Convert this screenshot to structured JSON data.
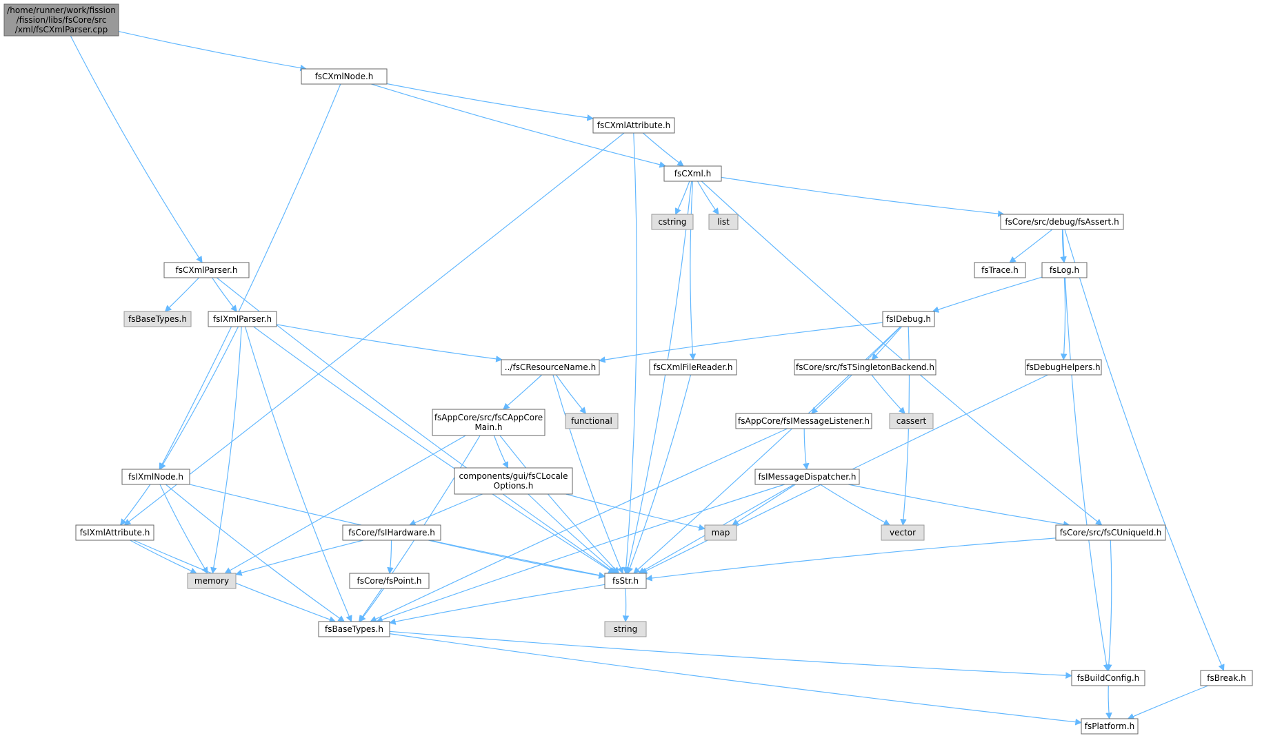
{
  "colors": {
    "edge": "#63b8ff",
    "node_fill": "#ffffff",
    "node_stroke": "#666666",
    "root_fill": "#999999",
    "root_stroke": "#666666",
    "system_fill": "#e0e0e0",
    "system_stroke": "#999999",
    "text": "#000000"
  },
  "nodes": [
    {
      "id": "root",
      "kind": "root",
      "lines": [
        "/home/runner/work/fission",
        "/fission/libs/fsCore/src",
        "/xml/fsCXmlParser.cpp"
      ]
    },
    {
      "id": "fsCXmlNode",
      "kind": "header",
      "lines": [
        "fsCXmlNode.h"
      ]
    },
    {
      "id": "fsCXmlAttribute",
      "kind": "header",
      "lines": [
        "fsCXmlAttribute.h"
      ]
    },
    {
      "id": "fsCXml",
      "kind": "header",
      "lines": [
        "fsCXml.h"
      ]
    },
    {
      "id": "cstring",
      "kind": "system",
      "lines": [
        "cstring"
      ]
    },
    {
      "id": "list",
      "kind": "system",
      "lines": [
        "list"
      ]
    },
    {
      "id": "fsAssert",
      "kind": "header",
      "lines": [
        "fsCore/src/debug/fsAssert.h"
      ]
    },
    {
      "id": "fsTrace",
      "kind": "header",
      "lines": [
        "fsTrace.h"
      ]
    },
    {
      "id": "fsLog",
      "kind": "header",
      "lines": [
        "fsLog.h"
      ]
    },
    {
      "id": "fsCXmlParserH",
      "kind": "header",
      "lines": [
        "fsCXmlParser.h"
      ]
    },
    {
      "id": "fsBaseTypesSys",
      "kind": "system",
      "lines": [
        "fsBaseTypes.h"
      ]
    },
    {
      "id": "fsIXmlParser",
      "kind": "header",
      "lines": [
        "fsIXmlParser.h"
      ]
    },
    {
      "id": "fsIDebug",
      "kind": "header",
      "lines": [
        "fsIDebug.h"
      ]
    },
    {
      "id": "fsCResourceName",
      "kind": "header",
      "lines": [
        "../fsCResourceName.h"
      ]
    },
    {
      "id": "fsCXmlFileReader",
      "kind": "header",
      "lines": [
        "fsCXmlFileReader.h"
      ]
    },
    {
      "id": "fsTSingletonBackend",
      "kind": "header",
      "lines": [
        "fsCore/src/fsTSingletonBackend.h"
      ]
    },
    {
      "id": "fsDebugHelpers",
      "kind": "header",
      "lines": [
        "fsDebugHelpers.h"
      ]
    },
    {
      "id": "fsCAppCoreMain",
      "kind": "header",
      "lines": [
        "fsAppCore/src/fsCAppCore",
        "Main.h"
      ]
    },
    {
      "id": "functional",
      "kind": "system",
      "lines": [
        "functional"
      ]
    },
    {
      "id": "fsIMessageListener",
      "kind": "header",
      "lines": [
        "fsAppCore/fsIMessageListener.h"
      ]
    },
    {
      "id": "cassert",
      "kind": "system",
      "lines": [
        "cassert"
      ]
    },
    {
      "id": "fsIXmlNode",
      "kind": "header",
      "lines": [
        "fsIXmlNode.h"
      ]
    },
    {
      "id": "fsCLocaleOptions",
      "kind": "header",
      "lines": [
        "components/gui/fsCLocale",
        "Options.h"
      ]
    },
    {
      "id": "fsIMessageDispatcher",
      "kind": "header",
      "lines": [
        "fsIMessageDispatcher.h"
      ]
    },
    {
      "id": "fsIXmlAttribute",
      "kind": "header",
      "lines": [
        "fsIXmlAttribute.h"
      ]
    },
    {
      "id": "fsIHardware",
      "kind": "header",
      "lines": [
        "fsCore/fsIHardware.h"
      ]
    },
    {
      "id": "map",
      "kind": "system",
      "lines": [
        "map"
      ]
    },
    {
      "id": "vector",
      "kind": "system",
      "lines": [
        "vector"
      ]
    },
    {
      "id": "fsCUniqueId",
      "kind": "header",
      "lines": [
        "fsCore/src/fsCUniqueId.h"
      ]
    },
    {
      "id": "memory",
      "kind": "system",
      "lines": [
        "memory"
      ]
    },
    {
      "id": "fsStr",
      "kind": "header",
      "lines": [
        "fsStr.h"
      ]
    },
    {
      "id": "fsPoint",
      "kind": "header",
      "lines": [
        "fsCore/fsPoint.h"
      ]
    },
    {
      "id": "string",
      "kind": "system",
      "lines": [
        "string"
      ]
    },
    {
      "id": "fsBaseTypes",
      "kind": "header",
      "lines": [
        "fsBaseTypes.h"
      ]
    },
    {
      "id": "fsBuildConfig",
      "kind": "header",
      "lines": [
        "fsBuildConfig.h"
      ]
    },
    {
      "id": "fsBreak",
      "kind": "header",
      "lines": [
        "fsBreak.h"
      ]
    },
    {
      "id": "fsPlatform",
      "kind": "header",
      "lines": [
        "fsPlatform.h"
      ]
    }
  ],
  "edges": [
    [
      "root",
      "fsCXmlNode"
    ],
    [
      "root",
      "fsCXmlParserH"
    ],
    [
      "fsCXmlNode",
      "fsCXmlAttribute"
    ],
    [
      "fsCXmlNode",
      "fsCXml"
    ],
    [
      "fsCXmlNode",
      "fsIXmlNode"
    ],
    [
      "fsCXmlAttribute",
      "fsCXml"
    ],
    [
      "fsCXmlAttribute",
      "fsIXmlAttribute"
    ],
    [
      "fsCXmlAttribute",
      "fsStr"
    ],
    [
      "fsCXml",
      "cstring"
    ],
    [
      "fsCXml",
      "list"
    ],
    [
      "fsCXml",
      "fsAssert"
    ],
    [
      "fsCXml",
      "fsCXmlFileReader"
    ],
    [
      "fsCXml",
      "fsStr"
    ],
    [
      "fsCXml",
      "fsCUniqueId"
    ],
    [
      "fsAssert",
      "fsTrace"
    ],
    [
      "fsAssert",
      "fsLog"
    ],
    [
      "fsAssert",
      "fsBuildConfig"
    ],
    [
      "fsAssert",
      "fsBreak"
    ],
    [
      "fsLog",
      "fsIDebug"
    ],
    [
      "fsLog",
      "fsDebugHelpers"
    ],
    [
      "fsIDebug",
      "fsCResourceName"
    ],
    [
      "fsIDebug",
      "fsTSingletonBackend"
    ],
    [
      "fsIDebug",
      "fsIMessageListener"
    ],
    [
      "fsIDebug",
      "vector"
    ],
    [
      "fsIDebug",
      "fsStr"
    ],
    [
      "fsTSingletonBackend",
      "cassert"
    ],
    [
      "fsDebugHelpers",
      "fsStr"
    ],
    [
      "fsCXmlParserH",
      "fsBaseTypesSys"
    ],
    [
      "fsCXmlParserH",
      "fsIXmlParser"
    ],
    [
      "fsCXmlParserH",
      "fsStr"
    ],
    [
      "fsIXmlParser",
      "fsCResourceName"
    ],
    [
      "fsIXmlParser",
      "fsIXmlNode"
    ],
    [
      "fsIXmlParser",
      "memory"
    ],
    [
      "fsIXmlParser",
      "fsStr"
    ],
    [
      "fsIXmlParser",
      "fsBaseTypes"
    ],
    [
      "fsCResourceName",
      "fsCAppCoreMain"
    ],
    [
      "fsCResourceName",
      "functional"
    ],
    [
      "fsCResourceName",
      "fsStr"
    ],
    [
      "fsCXmlFileReader",
      "fsStr"
    ],
    [
      "fsCAppCoreMain",
      "fsCLocaleOptions"
    ],
    [
      "fsCAppCoreMain",
      "memory"
    ],
    [
      "fsCAppCoreMain",
      "fsStr"
    ],
    [
      "fsCAppCoreMain",
      "fsBaseTypes"
    ],
    [
      "fsIMessageListener",
      "fsIMessageDispatcher"
    ],
    [
      "fsIMessageListener",
      "fsBaseTypes"
    ],
    [
      "fsIMessageDispatcher",
      "map"
    ],
    [
      "fsIMessageDispatcher",
      "vector"
    ],
    [
      "fsIMessageDispatcher",
      "fsCUniqueId"
    ],
    [
      "fsIMessageDispatcher",
      "fsStr"
    ],
    [
      "fsIMessageDispatcher",
      "fsBaseTypes"
    ],
    [
      "fsCLocaleOptions",
      "fsIHardware"
    ],
    [
      "fsCLocaleOptions",
      "map"
    ],
    [
      "fsCLocaleOptions",
      "fsStr"
    ],
    [
      "fsIXmlNode",
      "fsIXmlAttribute"
    ],
    [
      "fsIXmlNode",
      "memory"
    ],
    [
      "fsIXmlNode",
      "fsStr"
    ],
    [
      "fsIXmlNode",
      "fsBaseTypes"
    ],
    [
      "fsIXmlAttribute",
      "memory"
    ],
    [
      "fsIXmlAttribute",
      "fsBaseTypes"
    ],
    [
      "fsIHardware",
      "memory"
    ],
    [
      "fsIHardware",
      "fsPoint"
    ],
    [
      "fsIHardware",
      "fsStr"
    ],
    [
      "fsPoint",
      "fsBaseTypes"
    ],
    [
      "fsCUniqueId",
      "fsStr"
    ],
    [
      "fsCUniqueId",
      "fsBuildConfig"
    ],
    [
      "fsStr",
      "string"
    ],
    [
      "fsStr",
      "fsBaseTypes"
    ],
    [
      "fsBaseTypes",
      "fsBuildConfig"
    ],
    [
      "fsBaseTypes",
      "fsPlatform"
    ],
    [
      "fsBuildConfig",
      "fsPlatform"
    ],
    [
      "fsBreak",
      "fsPlatform"
    ]
  ]
}
